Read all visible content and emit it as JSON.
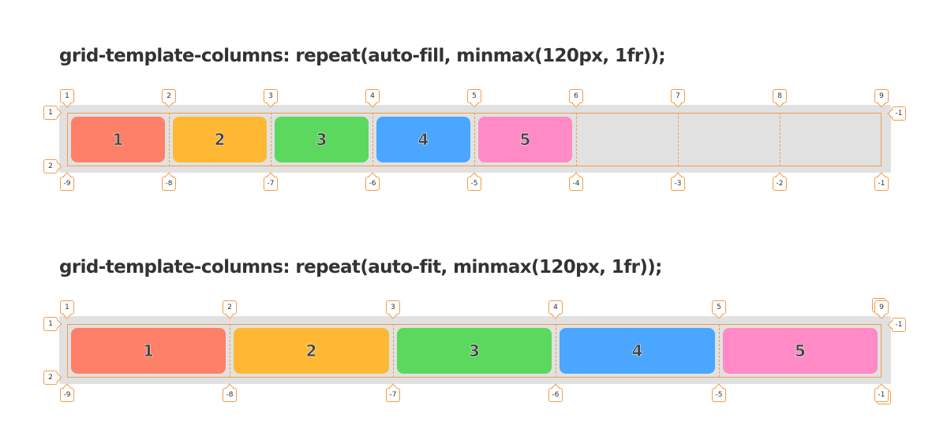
{
  "colors": {
    "item_1": "#fe8069",
    "item_2": "#ffb833",
    "item_3": "#5bd85d",
    "item_4": "#4aa6ff",
    "item_5": "#ff8ac5",
    "gridline": "#f39c4a",
    "frame": "#e1e1e1"
  },
  "demos": [
    {
      "id": "fill",
      "title": "grid-template-columns: repeat(auto-fill, minmax(120px, 1fr));",
      "column_lines": [
        "1",
        "2",
        "3",
        "4",
        "5",
        "6",
        "7",
        "8",
        "9"
      ],
      "negative_column_lines": [
        "-9",
        "-8",
        "-7",
        "-6",
        "-5",
        "-4",
        "-3",
        "-2",
        "-1"
      ],
      "row_lines": [
        "1",
        "2"
      ],
      "negative_row_lines": [
        "-1"
      ],
      "items": [
        "1",
        "2",
        "3",
        "4",
        "5"
      ]
    },
    {
      "id": "fit",
      "title": "grid-template-columns: repeat(auto-fit, minmax(120px, 1fr));",
      "column_lines": [
        "1",
        "2",
        "3",
        "4",
        "5",
        "9"
      ],
      "negative_column_lines": [
        "-9",
        "-8",
        "-7",
        "-6",
        "-5",
        "-1"
      ],
      "row_lines": [
        "1",
        "2"
      ],
      "negative_row_lines": [
        "-1"
      ],
      "items": [
        "1",
        "2",
        "3",
        "4",
        "5"
      ]
    }
  ]
}
